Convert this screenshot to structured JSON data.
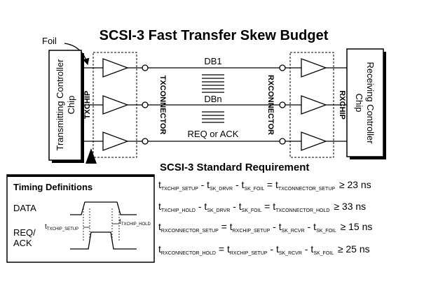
{
  "title": "SCSI-3 Fast Transfer Skew Budget",
  "foil_label": "Foil",
  "transmitting_chip": {
    "line1": "Transmitting Controller",
    "line2": "Chip"
  },
  "receiving_chip": {
    "line1": "Receiving Controller",
    "line2": "Chip"
  },
  "vertical_labels": {
    "txchip": "TXCHIP",
    "txconnector": "TXCONNECTOR",
    "rxconnector": "RXCONNECTOR",
    "rxchip": "RXCHIP"
  },
  "signals": {
    "db1": "DB1",
    "dbn": "DBn",
    "req_ack": "REQ or ACK"
  },
  "requirement_title": "SCSI-3 Standard Requirement",
  "equations": [
    {
      "terms": [
        {
          "t": "t",
          "s": "TXCHIP_SETUP"
        },
        {
          "t": "- t",
          "s": "SK_DRVR"
        },
        {
          "t": "- t",
          "s": "SK_FOIL"
        },
        {
          "t": "= t",
          "s": "TXCONNECTOR_SETUP"
        }
      ],
      "rhs": "≥ 23 ns"
    },
    {
      "terms": [
        {
          "t": "t",
          "s": "TXCHIP_HOLD"
        },
        {
          "t": "- t",
          "s": "SK_DRVR"
        },
        {
          "t": "- t",
          "s": "SK_FOIL"
        },
        {
          "t": "= t",
          "s": "TXCONNECTOR_HOLD"
        }
      ],
      "rhs": "≥ 33 ns"
    },
    {
      "terms": [
        {
          "t": "t",
          "s": "RXCONNECTOR_SETUP"
        },
        {
          "t": "= t",
          "s": "RXCHIP_SETUP"
        },
        {
          "t": "- t",
          "s": "SK_RCVR"
        },
        {
          "t": "- t",
          "s": "SK_FOIL"
        }
      ],
      "rhs": "≥ 15 ns"
    },
    {
      "terms": [
        {
          "t": "t",
          "s": "RXCONNECTOR_HOLD"
        },
        {
          "t": "= t",
          "s": "RXCHIP_SETUP"
        },
        {
          "t": "- t",
          "s": "SK_RCVR"
        },
        {
          "t": "- t",
          "s": "SK_FOIL"
        }
      ],
      "rhs": "≥ 25 ns"
    }
  ],
  "timing": {
    "title": "Timing Definitions",
    "data_label": "DATA",
    "req_label_1": "REQ/",
    "req_label_2": "ACK",
    "setup_label": "t",
    "setup_sub": "TXCHIP_SETUP",
    "hold_label": "t",
    "hold_sub": "TXCHIP_HOLD"
  }
}
